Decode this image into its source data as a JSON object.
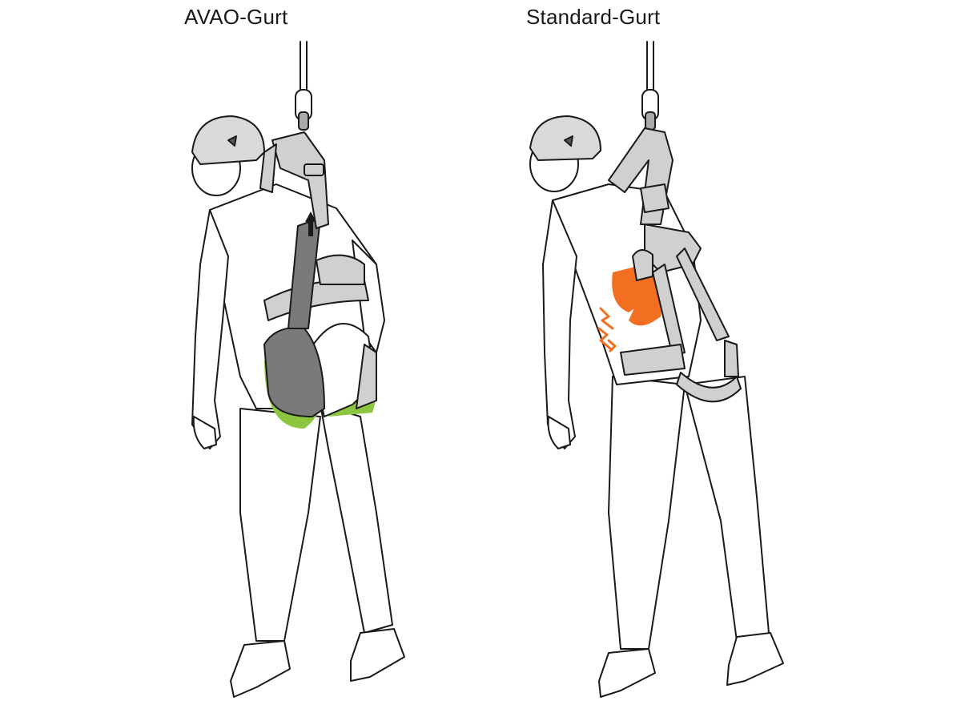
{
  "panels": [
    {
      "title": "AVAO-Gurt",
      "highlight_color": "#8cc63f",
      "highlight_meaning": "comfort-support-zones"
    },
    {
      "title": "Standard-Gurt",
      "highlight_color": "#f26f21",
      "highlight_meaning": "pressure-point"
    }
  ],
  "colors": {
    "outline": "#1a1a1a",
    "body_fill": "#ffffff",
    "helmet_fill": "#d9d9d9",
    "harness_light": "#d0d0d0",
    "harness_dark": "#7a7a7a",
    "harness_darker": "#555555"
  },
  "icons": {
    "rope": "rope-icon",
    "carabiner": "carabiner-icon",
    "helmet": "helmet-icon",
    "arrow": "up-arrow-icon",
    "pain": "lightning-icon"
  }
}
